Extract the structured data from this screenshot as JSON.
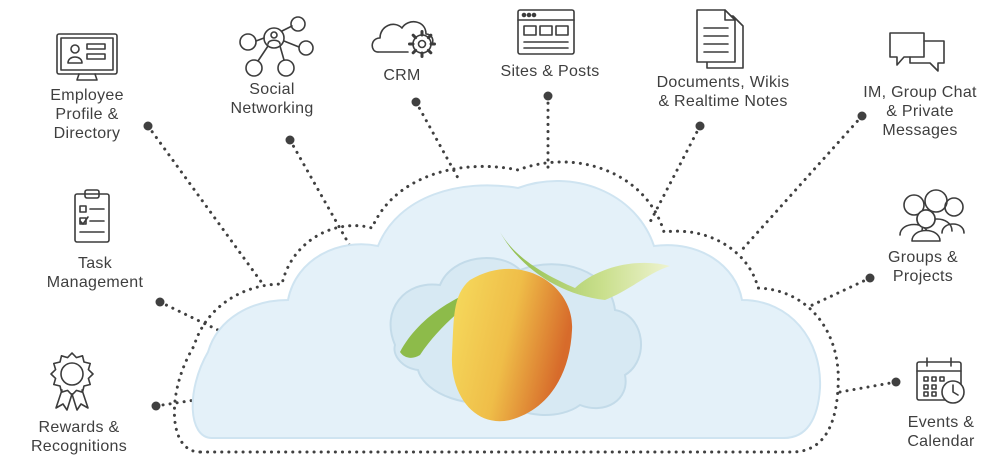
{
  "diagram": {
    "colors": {
      "cloud_fill": "#e4f1f9",
      "cloud_edge": "#cfe4f1",
      "dots": "#404040",
      "icon_stroke": "#3c3c3c",
      "logo_yellow": "#f3d354",
      "logo_orange": "#d9702c",
      "logo_leaf": "#8dbb4a"
    },
    "center": {
      "logo_icon": "mango-leaf-logo-icon"
    },
    "features": [
      {
        "id": "employee-profile",
        "icon": "id-card-monitor-icon",
        "lines": [
          "Employee",
          "Profile &",
          "Directory"
        ]
      },
      {
        "id": "social-networking",
        "icon": "people-network-icon",
        "lines": [
          "Social",
          "Networking"
        ]
      },
      {
        "id": "crm",
        "icon": "cloud-gear-icon",
        "lines": [
          "CRM"
        ]
      },
      {
        "id": "sites-posts",
        "icon": "browser-window-icon",
        "lines": [
          "Sites & Posts"
        ]
      },
      {
        "id": "documents",
        "icon": "documents-icon",
        "lines": [
          "Documents, Wikis",
          "& Realtime Notes"
        ]
      },
      {
        "id": "im-chat",
        "icon": "chat-bubbles-icon",
        "lines": [
          "IM, Group Chat",
          "& Private",
          "Messages"
        ]
      },
      {
        "id": "task-management",
        "icon": "clipboard-checklist-icon",
        "lines": [
          "Task",
          "Management"
        ]
      },
      {
        "id": "groups-projects",
        "icon": "group-people-icon",
        "lines": [
          "Groups &",
          "Projects"
        ]
      },
      {
        "id": "rewards",
        "icon": "award-ribbon-icon",
        "lines": [
          "Rewards &",
          "Recognitions"
        ]
      },
      {
        "id": "events",
        "icon": "calendar-clock-icon",
        "lines": [
          "Events &",
          "Calendar"
        ]
      }
    ]
  }
}
